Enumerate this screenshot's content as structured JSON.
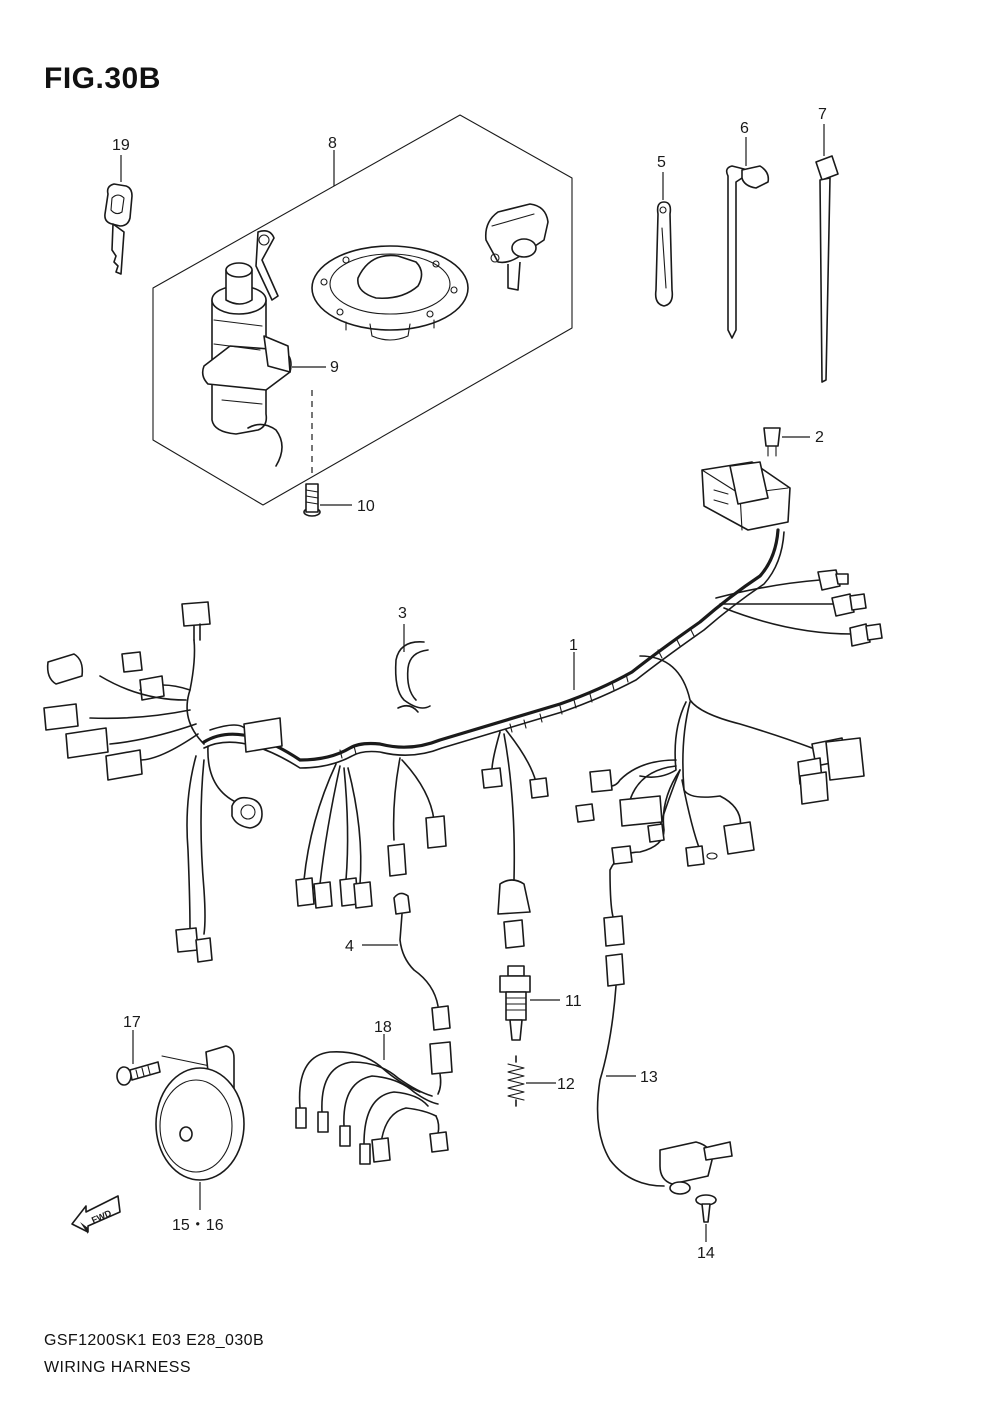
{
  "figure": {
    "title": "FIG.30B",
    "code": "GSF1200SK1  E03  E28_030B",
    "name": "WIRING HARNESS",
    "fwd_badge": "FWD"
  },
  "callouts": {
    "p1": "1",
    "p2": "2",
    "p3": "3",
    "p4": "4",
    "p5": "5",
    "p6": "6",
    "p7": "7",
    "p8": "8",
    "p9": "9",
    "p10": "10",
    "p11": "11",
    "p12": "12",
    "p13": "13",
    "p14": "14",
    "p15_16": "15・16",
    "p17": "17",
    "p18": "18",
    "p19": "19"
  },
  "icons": [
    "key-icon",
    "ignition-switch-icon",
    "fuel-cap-icon",
    "seat-lock-icon",
    "horn-icon",
    "fwd-arrow-icon"
  ]
}
